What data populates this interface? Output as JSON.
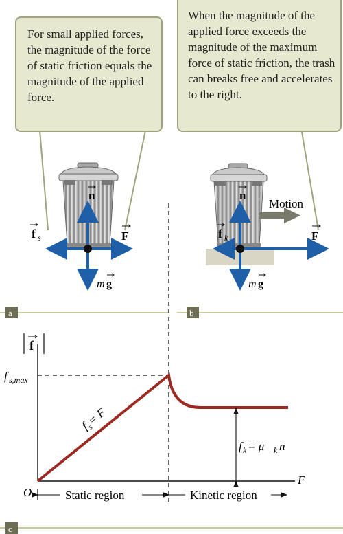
{
  "callouts": {
    "a": "For small applied forces, the magnitude of the force of static friction equals the magnitude of the applied force.",
    "b": "When the magnitude of the applied force exceeds the magnitude of the maximum force of static friction, the trash can breaks free and accelerates to the right."
  },
  "panel_a": {
    "friction_symbol": "f",
    "friction_sub": "s",
    "normal_symbol": "n",
    "applied_symbol": "F",
    "weight_m": "m",
    "weight_g": "g"
  },
  "panel_b": {
    "motion_label": "Motion",
    "friction_symbol": "f",
    "friction_sub": "k",
    "normal_symbol": "n",
    "applied_symbol": "F",
    "weight_m": "m",
    "weight_g": "g"
  },
  "panel_labels": {
    "a": "a",
    "b": "b",
    "c": "c"
  },
  "graph": {
    "y_axis_symbol": "f",
    "f_smax_f": "f",
    "f_smax_sub": "s,max",
    "fs_eq_F": "f",
    "fs_eq_sub": "s",
    "fs_eq_rest": " = F",
    "fk_f": "f",
    "fk_sub": "k",
    "fk_eq": " = μ",
    "fk_mu_sub": "k",
    "fk_n": "n",
    "x_axis_label": "F",
    "origin_label": "O",
    "static_region_label": "Static region",
    "kinetic_region_label": "Kinetic region"
  },
  "colors": {
    "callout_fill": "#e6e8cf",
    "callout_border": "#9fa37e",
    "vector_blue": "#1f5fa8",
    "curve_red": "#9b2a22",
    "panel_line": "#c7c99a",
    "tag_fill": "#6e6e55"
  }
}
